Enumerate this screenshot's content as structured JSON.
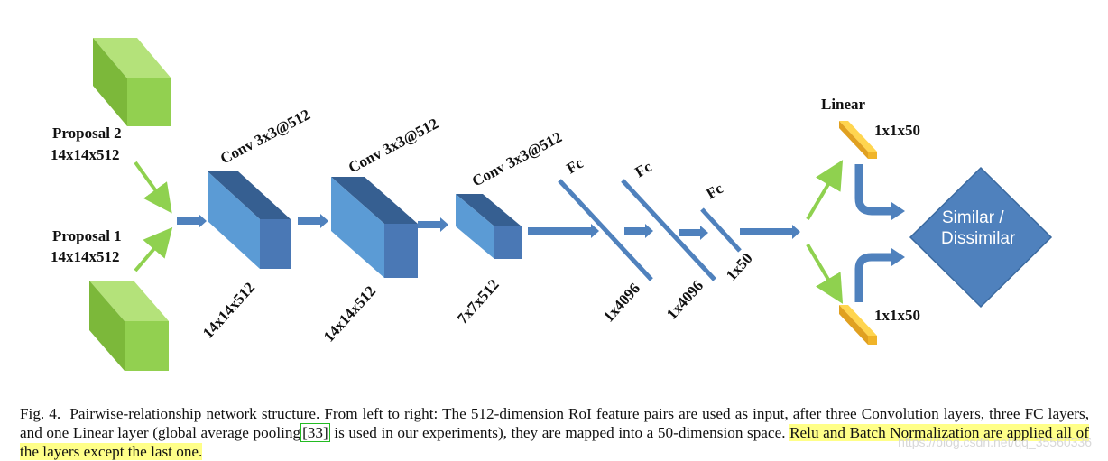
{
  "diagram": {
    "inputs": [
      {
        "name": "Proposal 2",
        "dims": "14x14x512"
      },
      {
        "name": "Proposal 1",
        "dims": "14x14x512"
      }
    ],
    "conv_layers": [
      {
        "label": "Conv 3x3@512",
        "output": "14x14x512"
      },
      {
        "label": "Conv 3x3@512",
        "output": "14x14x512"
      },
      {
        "label": "Conv 3x3@512",
        "output": "7x7x512"
      }
    ],
    "fc_layers": [
      {
        "label": "Fc",
        "output": "1x4096"
      },
      {
        "label": "Fc",
        "output": "1x4096"
      },
      {
        "label": "Fc",
        "output": "1x50"
      }
    ],
    "linear": {
      "label": "Linear",
      "top_output": "1x1x50",
      "bottom_output": "1x1x50"
    },
    "decision": {
      "line1": "Similar /",
      "line2": "Dissimilar"
    },
    "colors": {
      "input_block": "#8fd14f",
      "conv_block": "#4f81bd",
      "fc_line": "#4f81bd",
      "linear_block": "#f0b429",
      "diamond": "#4f81bd",
      "green_arrow": "#8fd14f"
    }
  },
  "caption": {
    "prefix": "Fig. 4.",
    "text_part1": "Pairwise-relationship network structure. From left to right: The 512-dimension RoI feature pairs are used as input, after three Convolution layers, three FC layers, and one Linear layer (global average pooling",
    "ref": "[33]",
    "text_part2": " is used in our experiments), they are mapped into a 50-dimension space. ",
    "highlight": "Relu and Batch Normalization are applied all of the layers except the last one."
  },
  "watermark": "https://blog.csdn.net/qq_35560336"
}
